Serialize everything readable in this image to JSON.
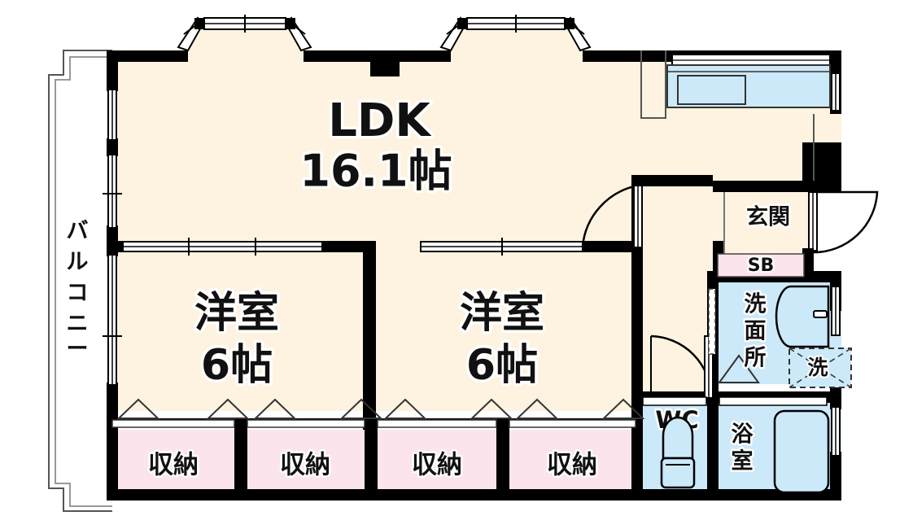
{
  "plan": {
    "type": "japanese-apartment-floor-plan",
    "colors": {
      "wall": "#000000",
      "room_fill": "#FDF3E0",
      "water_fill": "#CCE9F9",
      "storage_fill": "#FBE4EC",
      "sb_fill": "#FBE4EC",
      "outline": "#333333",
      "background": "#FFFFFF",
      "label_text": "#111111",
      "label_halo": "#FFFFFF"
    },
    "rooms": [
      {
        "id": "ldk",
        "name": "LDK",
        "area_label": "16.1帖",
        "fill": "room_fill"
      },
      {
        "id": "washitsu_left",
        "name": "洋室",
        "area_label": "6帖",
        "fill": "room_fill"
      },
      {
        "id": "washitsu_right",
        "name": "洋室",
        "area_label": "6帖",
        "fill": "room_fill"
      },
      {
        "id": "genkan",
        "name": "玄関",
        "area_label": "",
        "fill": "room_fill"
      },
      {
        "id": "senmenjo",
        "name": "洗面所",
        "area_label": "",
        "fill": "water_fill"
      },
      {
        "id": "yokushitsu",
        "name": "浴室",
        "area_label": "",
        "fill": "water_fill"
      },
      {
        "id": "wc",
        "name": "WC",
        "area_label": "",
        "fill": "water_fill"
      },
      {
        "id": "balcony",
        "name": "バルコニー",
        "area_label": "",
        "fill": "background"
      }
    ],
    "storages": [
      {
        "id": "storage-1",
        "label": "収納"
      },
      {
        "id": "storage-2",
        "label": "収納"
      },
      {
        "id": "storage-3",
        "label": "収納"
      },
      {
        "id": "storage-4",
        "label": "収納"
      }
    ],
    "fixtures": [
      {
        "id": "shoe-box",
        "label": "SB",
        "fill": "storage_fill"
      },
      {
        "id": "washing-machine",
        "label": "洗",
        "fill": "water_fill",
        "style": "dashed"
      },
      {
        "id": "kitchen-counter",
        "label": "",
        "fill": "water_fill"
      },
      {
        "id": "vanity-sink",
        "label": "",
        "fill": "water_fill"
      },
      {
        "id": "toilet",
        "label": "",
        "fill": "water_fill"
      },
      {
        "id": "bathtub",
        "label": "",
        "fill": "water_fill"
      }
    ],
    "labels": {
      "ldk_name": "LDK",
      "ldk_area": "16.1帖",
      "room_left_name": "洋室",
      "room_left_area": "6帖",
      "room_right_name": "洋室",
      "room_right_area": "6帖",
      "genkan": "玄関",
      "sb": "SB",
      "senmenjo_1": "洗",
      "senmenjo_2": "面",
      "senmenjo_3": "所",
      "washer": "洗",
      "wc": "WC",
      "bath_1": "浴",
      "bath_2": "室",
      "storage_1": "収納",
      "storage_2": "収納",
      "storage_3": "収納",
      "storage_4": "収納",
      "balcony_1": "バ",
      "balcony_2": "ル",
      "balcony_3": "コ",
      "balcony_4": "ニ",
      "balcony_5": "ー"
    }
  }
}
